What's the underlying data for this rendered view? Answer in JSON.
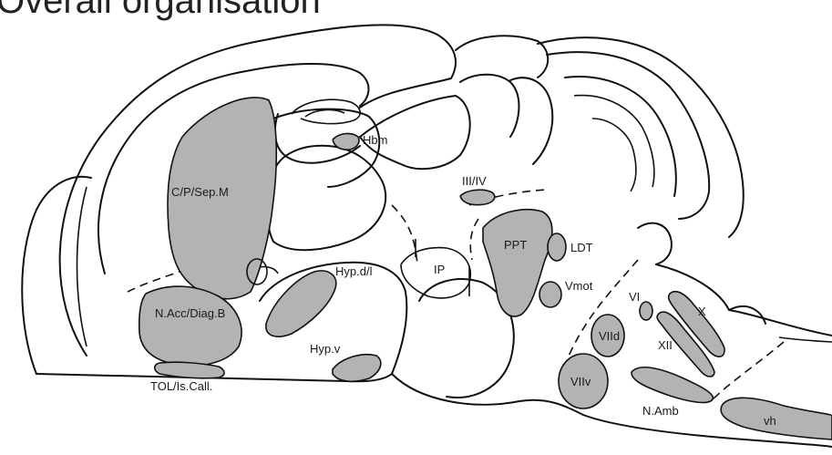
{
  "title": "Overall organisation",
  "colors": {
    "region_fill": "#b3b3b3",
    "outline": "#111111",
    "background": "#ffffff"
  },
  "labels": {
    "hbm": "Hbm",
    "cp_sep": "C/P/Sep.M",
    "n_acc": "N.Acc/Diag.B",
    "tol": "TOL/Is.Call.",
    "hyp_dl": "Hyp.d/l",
    "hyp_v": "Hyp.v",
    "ip": "IP",
    "iii_iv": "III/IV",
    "ppt": "PPT",
    "ldt": "LDT",
    "vmot": "Vmot",
    "vi": "VI",
    "x": "X",
    "viid": "VIId",
    "xii": "XII",
    "viiv": "VIIv",
    "n_amb": "N.Amb",
    "vh": "vh"
  }
}
